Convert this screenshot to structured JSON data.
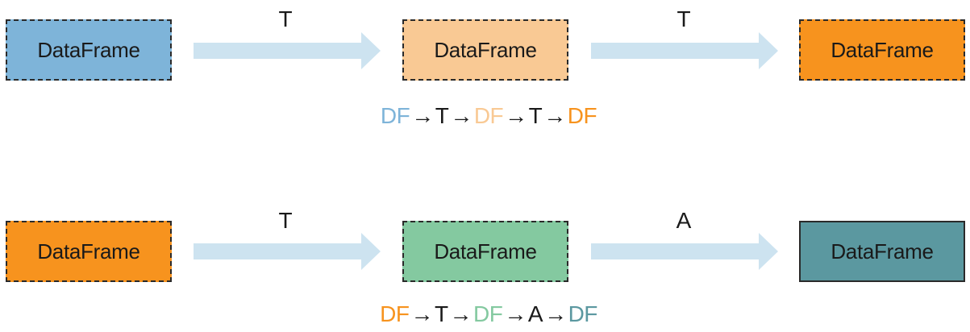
{
  "colors": {
    "blue": "#7eb4d9",
    "light_orange": "#f9c994",
    "orange": "#f7931e",
    "green": "#84c9a0",
    "teal": "#5b98a0",
    "arrow": "#cde3f0",
    "text": "#1a1a1a"
  },
  "row1": {
    "box1": {
      "label": "DataFrame",
      "color": "blue"
    },
    "arrow1": {
      "label": "T"
    },
    "box2": {
      "label": "DataFrame",
      "color": "light_orange"
    },
    "arrow2": {
      "label": "T"
    },
    "box3": {
      "label": "DataFrame",
      "color": "orange"
    },
    "formula": [
      {
        "text": "DF",
        "color": "blue"
      },
      {
        "text": "→",
        "color": "text"
      },
      {
        "text": "T",
        "color": "text"
      },
      {
        "text": "→",
        "color": "text"
      },
      {
        "text": "DF",
        "color": "light_orange"
      },
      {
        "text": "→",
        "color": "text"
      },
      {
        "text": "T",
        "color": "text"
      },
      {
        "text": "→",
        "color": "text"
      },
      {
        "text": "DF",
        "color": "orange"
      }
    ]
  },
  "row2": {
    "box1": {
      "label": "DataFrame",
      "color": "orange"
    },
    "arrow1": {
      "label": "T"
    },
    "box2": {
      "label": "DataFrame",
      "color": "green"
    },
    "arrow2": {
      "label": "A"
    },
    "box3": {
      "label": "DataFrame",
      "color": "teal"
    },
    "formula": [
      {
        "text": "DF",
        "color": "orange"
      },
      {
        "text": "→",
        "color": "text"
      },
      {
        "text": "T",
        "color": "text"
      },
      {
        "text": "→",
        "color": "text"
      },
      {
        "text": "DF",
        "color": "green"
      },
      {
        "text": "→",
        "color": "text"
      },
      {
        "text": "A",
        "color": "text"
      },
      {
        "text": "→",
        "color": "text"
      },
      {
        "text": "DF",
        "color": "teal"
      }
    ]
  }
}
